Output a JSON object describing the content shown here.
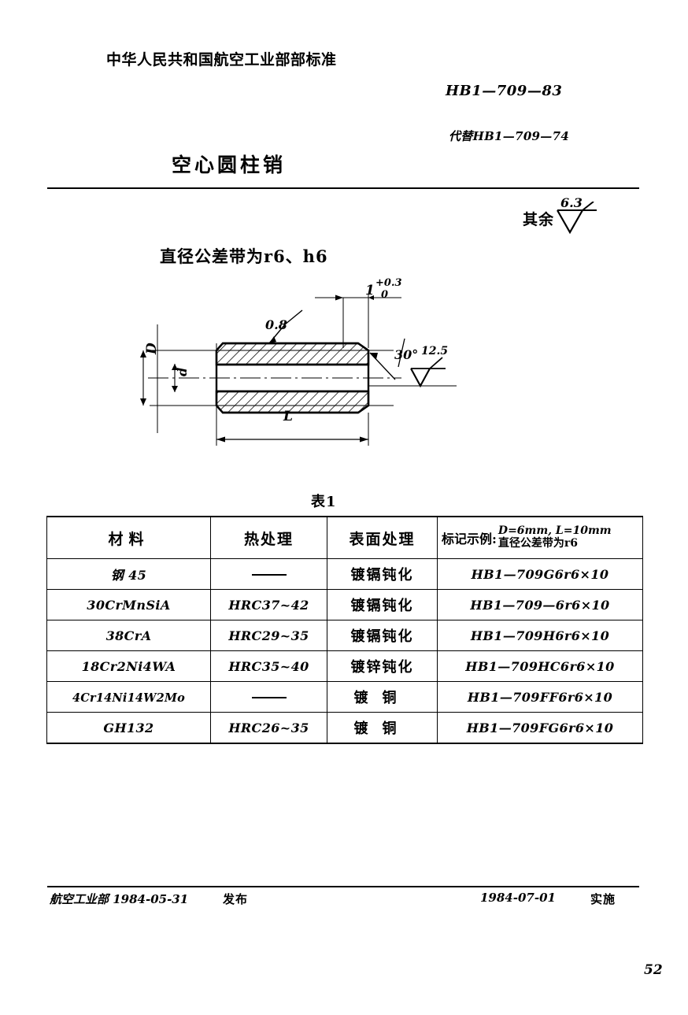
{
  "header": {
    "ministry": "中华人民共和国航空工业部部标准",
    "standard_no": "HB1—709—83",
    "replaces": "代替HB1—709—74",
    "title": "空心圆柱销"
  },
  "misc_roughness": {
    "label": "其余",
    "value": "6.3"
  },
  "drawing": {
    "tolerance_note": "直径公差带为r6、h6",
    "labels": {
      "outer_dia": "D",
      "inner_dia": "d",
      "length": "L",
      "chamfer_roughness": "0.8",
      "chamfer_width": "1",
      "tol_upper": "+0.3",
      "tol_lower": "0",
      "angle": "30°",
      "end_roughness": "12.5"
    }
  },
  "table": {
    "caption": "表1",
    "headers": {
      "material": "材料",
      "heat_treatment": "热处理",
      "surface_treatment": "表面处理",
      "marking_label": "标记示例:",
      "marking_line1": "D=6mm, L=10mm",
      "marking_line2": "直径公差带为r6"
    },
    "rows": [
      {
        "material": "钢 45",
        "heat_treatment": "—",
        "surface_treatment": "镀镉钝化",
        "marking": "HB1—709G6r6×10"
      },
      {
        "material": "30CrMnSiA",
        "heat_treatment": "HRC37~42",
        "surface_treatment": "镀镉钝化",
        "marking": "HB1—709—6r6×10"
      },
      {
        "material": "38CrA",
        "heat_treatment": "HRC29~35",
        "surface_treatment": "镀镉钝化",
        "marking": "HB1—709H6r6×10"
      },
      {
        "material": "18Cr2Ni4WA",
        "heat_treatment": "HRC35~40",
        "surface_treatment": "镀锌钝化",
        "marking": "HB1—709HC6r6×10"
      },
      {
        "material": "4Cr14Ni14W2Mo",
        "heat_treatment": "—",
        "surface_treatment": "镀铜",
        "marking": "HB1—709FF6r6×10"
      },
      {
        "material": "GH132",
        "heat_treatment": "HRC26~35",
        "surface_treatment": "镀铜",
        "marking": "HB1—709FG6r6×10"
      }
    ]
  },
  "footer": {
    "issuer_date": "航空工业部 1984-05-31",
    "issue_label": "发布",
    "effective_date": "1984-07-01",
    "effective_label": "实施",
    "page_number": "52"
  }
}
